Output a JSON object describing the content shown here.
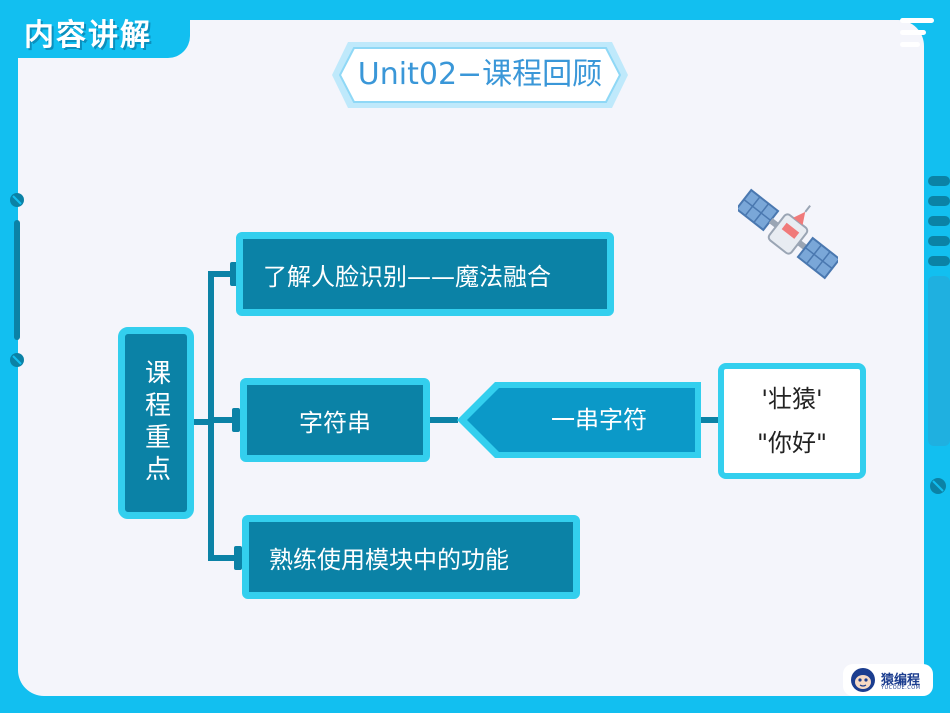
{
  "header": {
    "tab_title": "内容讲解"
  },
  "title": "Unit02−课程回顾",
  "mindmap": {
    "root": "课程重点",
    "branches": [
      {
        "label": "了解人脸识别——魔法融合"
      },
      {
        "label": "字符串"
      },
      {
        "label": "熟练使用模块中的功能"
      }
    ],
    "definition": "一串字符",
    "examples": [
      "'壮猿'",
      "\"你好\""
    ]
  },
  "logo": {
    "name": "猿编程",
    "sub": "YUCODE.COM"
  },
  "colors": {
    "frame": "#12bff0",
    "node_fill": "#0b82a6",
    "node_border": "#33cfee",
    "title_text": "#3a97d8"
  }
}
